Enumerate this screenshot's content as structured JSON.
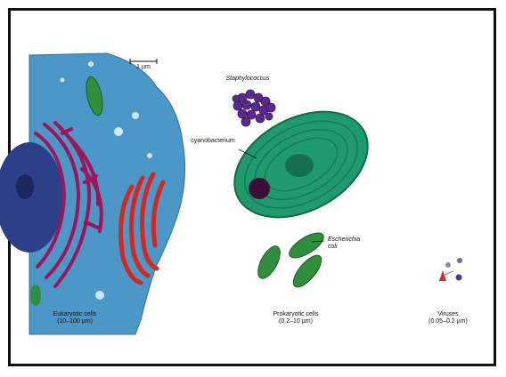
{
  "scale_bar": {
    "label": "1 µm"
  },
  "labels": {
    "staphylococcus": "Staphylococcus",
    "cyanobacterium": "cyanobacterium",
    "escherichia_line1": "Escherichia",
    "escherichia_line2": "coli"
  },
  "captions": {
    "eukaryotic": {
      "line1": "Eukaryotic cells",
      "line2": "(10–100 µm)"
    },
    "prokaryotic": {
      "line1": "Prokaryotic cells",
      "line2": "(0.2–10 µm)"
    },
    "viruses": {
      "line1": "Viruses",
      "line2": "(0.05–0.2 µm)"
    }
  },
  "colors": {
    "cytoplasm": "#4a97c8",
    "nucleus": "#2e3f8a",
    "golgi": "#a0145a",
    "rough_er": "#d9251c",
    "cyanobacterium": "#1f9a6d",
    "e_coli": "#2f8f3c",
    "staphylococcus": "#5b2a8c"
  }
}
